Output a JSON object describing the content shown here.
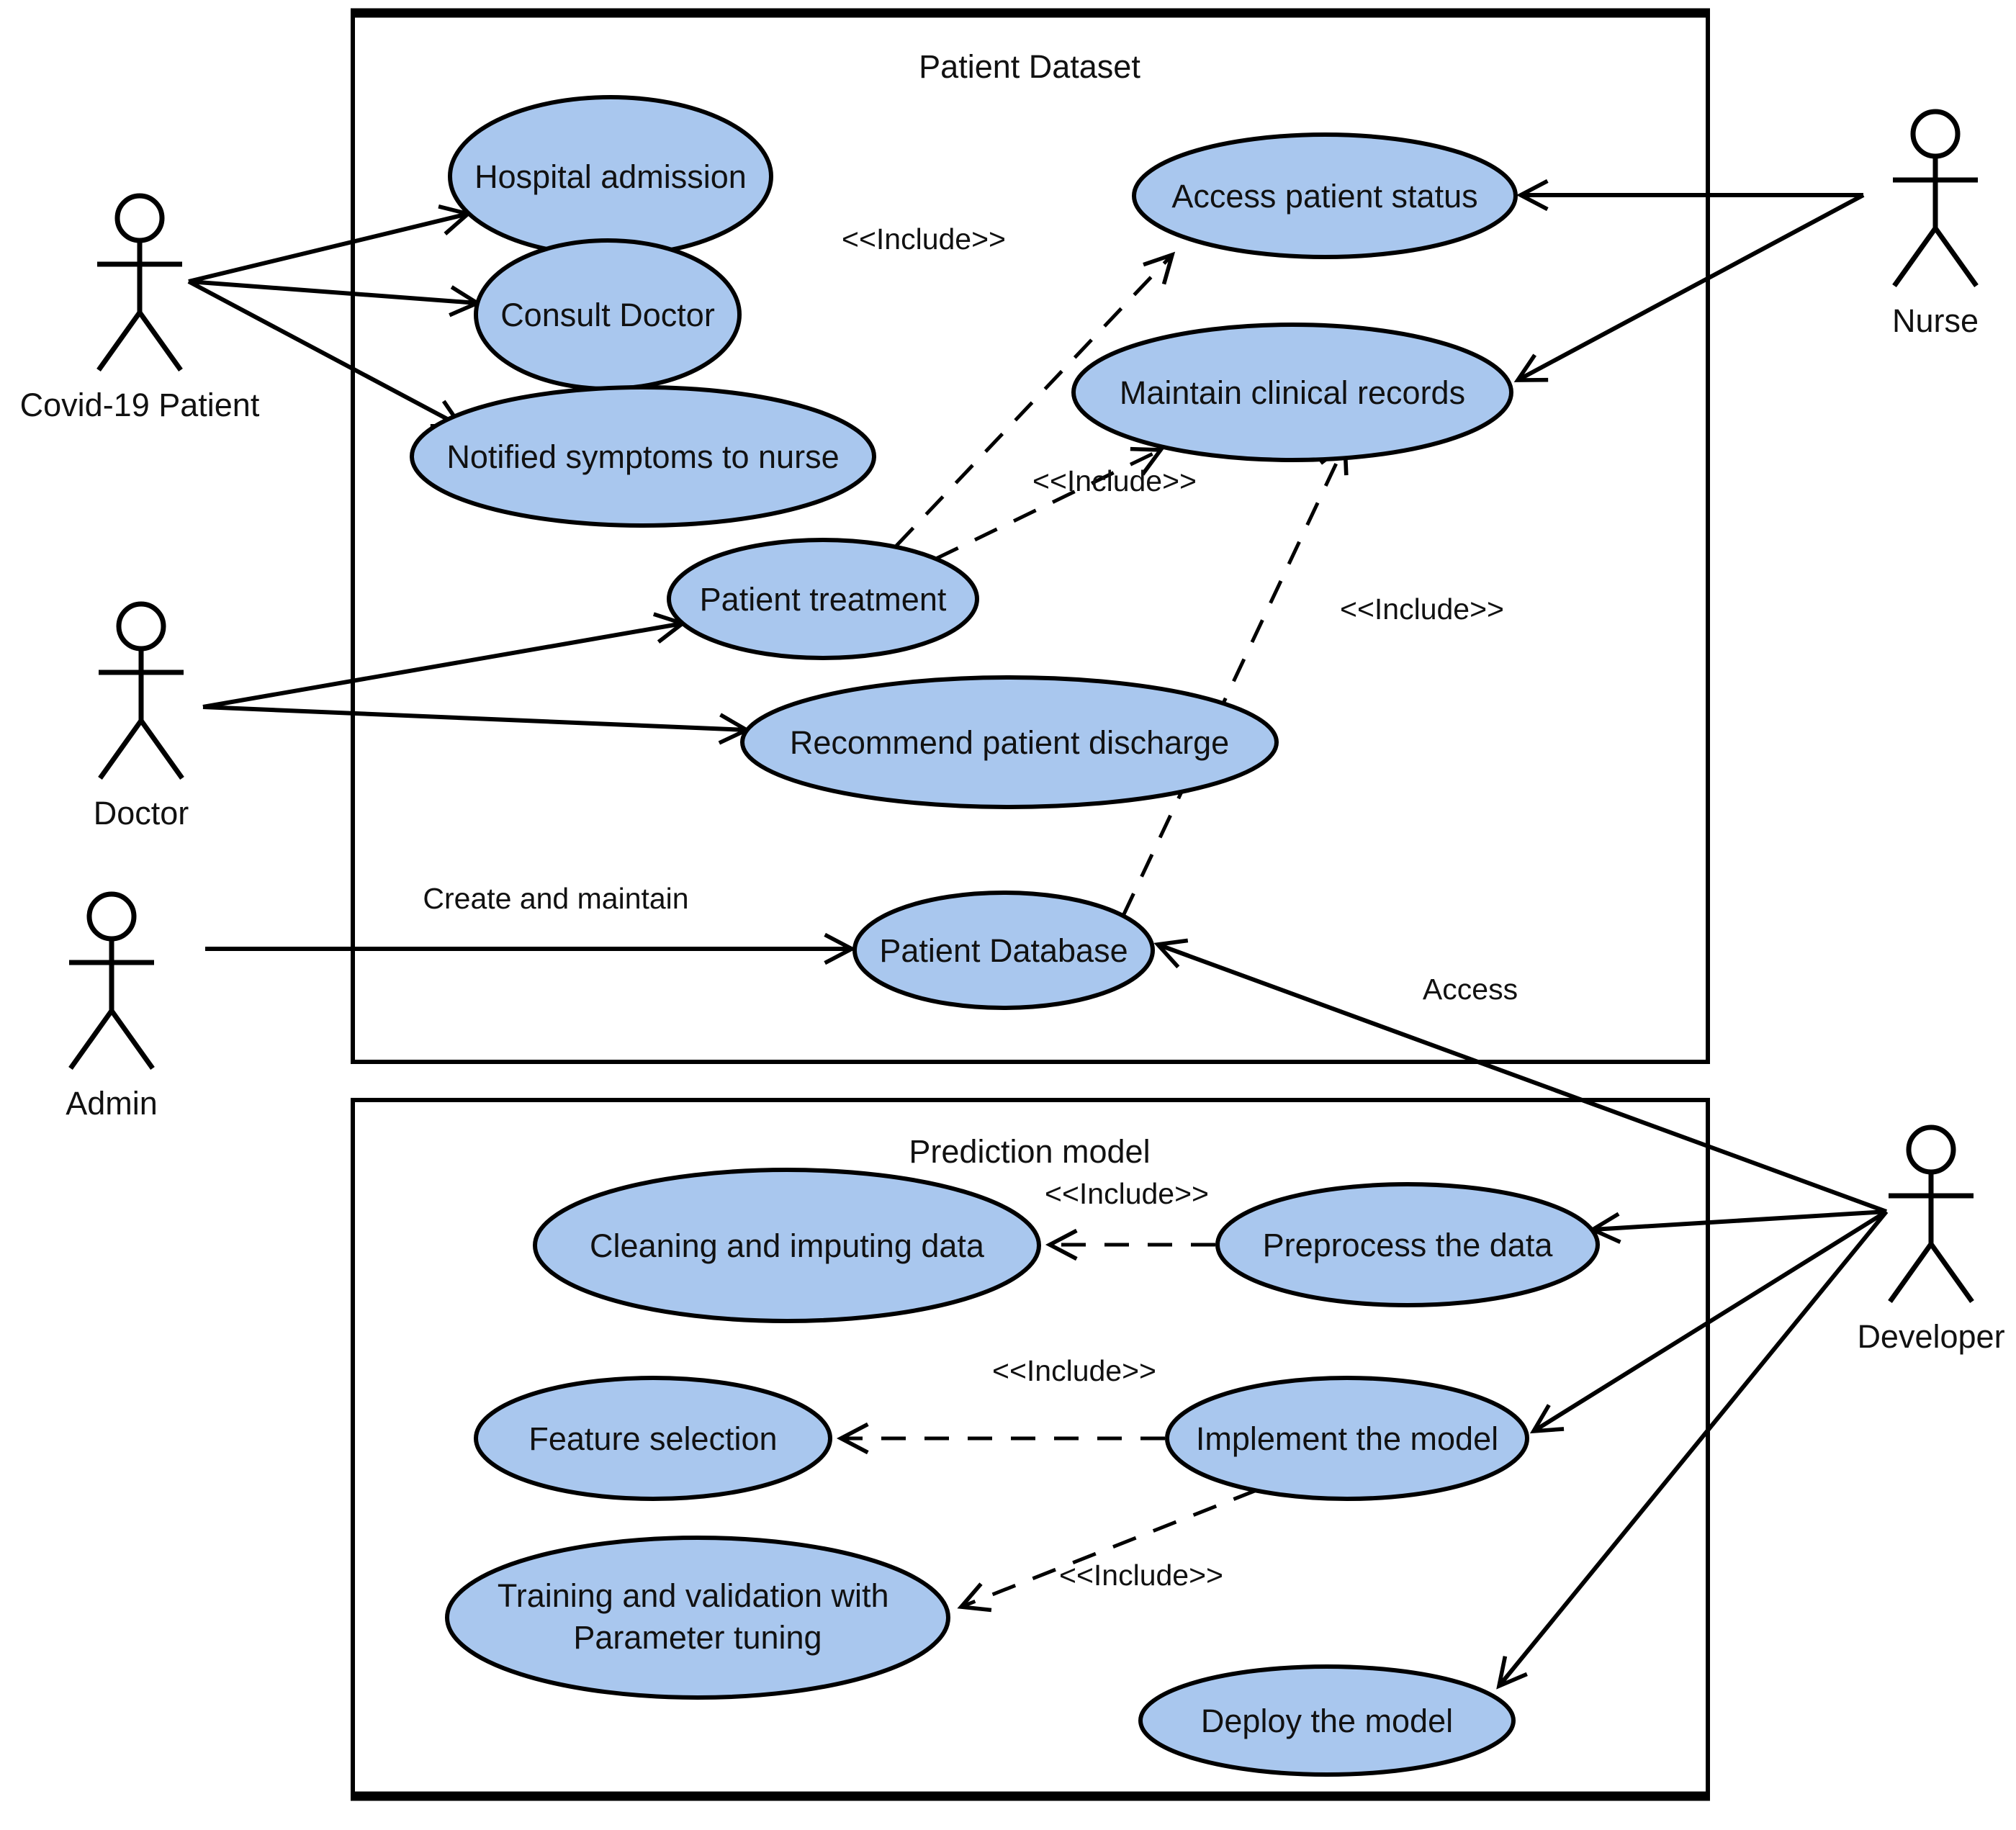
{
  "packages": [
    {
      "id": "patient-dataset",
      "label": "Patient Dataset"
    },
    {
      "id": "prediction-model",
      "label": "Prediction model"
    }
  ],
  "actors": [
    {
      "id": "covid19-patient",
      "label": "Covid-19 Patient"
    },
    {
      "id": "doctor",
      "label": "Doctor"
    },
    {
      "id": "admin",
      "label": "Admin"
    },
    {
      "id": "nurse",
      "label": "Nurse"
    },
    {
      "id": "developer",
      "label": "Developer"
    }
  ],
  "use_cases": [
    {
      "id": "hospital-admission",
      "label": "Hospital admission"
    },
    {
      "id": "consult-doctor",
      "label": "Consult Doctor"
    },
    {
      "id": "notified-symptoms-to-nurse",
      "label": "Notified symptoms to nurse"
    },
    {
      "id": "access-patient-status",
      "label": "Access patient status"
    },
    {
      "id": "maintain-clinical-records",
      "label": "Maintain clinical records"
    },
    {
      "id": "patient-treatment",
      "label": "Patient treatment"
    },
    {
      "id": "recommend-patient-discharge",
      "label": "Recommend patient discharge"
    },
    {
      "id": "patient-database",
      "label": "Patient Database"
    },
    {
      "id": "cleaning-and-imputing-data",
      "label": "Cleaning and imputing data"
    },
    {
      "id": "preprocess-the-data",
      "label": "Preprocess the data"
    },
    {
      "id": "feature-selection",
      "label": "Feature selection"
    },
    {
      "id": "implement-the-model",
      "label": "Implement the model"
    },
    {
      "id": "training-and-validation-with-parameter-tuning",
      "label": "Training and validation with Parameter tuning",
      "lines": [
        "Training and validation with",
        "Parameter tuning"
      ]
    },
    {
      "id": "deploy-the-model",
      "label": "Deploy the model"
    }
  ],
  "relationships": {
    "associations": [
      {
        "from": "covid19-patient",
        "to": "hospital-admission",
        "label": ""
      },
      {
        "from": "covid19-patient",
        "to": "consult-doctor",
        "label": ""
      },
      {
        "from": "covid19-patient",
        "to": "notified-symptoms-to-nurse",
        "label": ""
      },
      {
        "from": "doctor",
        "to": "patient-treatment",
        "label": ""
      },
      {
        "from": "doctor",
        "to": "recommend-patient-discharge",
        "label": ""
      },
      {
        "from": "admin",
        "to": "patient-database",
        "label": "Create and maintain"
      },
      {
        "from": "nurse",
        "to": "access-patient-status",
        "label": ""
      },
      {
        "from": "nurse",
        "to": "maintain-clinical-records",
        "label": ""
      },
      {
        "from": "developer",
        "to": "patient-database",
        "label": "Access"
      },
      {
        "from": "developer",
        "to": "preprocess-the-data",
        "label": ""
      },
      {
        "from": "developer",
        "to": "implement-the-model",
        "label": ""
      },
      {
        "from": "developer",
        "to": "deploy-the-model",
        "label": ""
      }
    ],
    "includes": [
      {
        "from": "patient-treatment",
        "to": "access-patient-status",
        "label": "<<Include>>"
      },
      {
        "from": "patient-treatment",
        "to": "maintain-clinical-records",
        "label": "<<Include>>"
      },
      {
        "from": "patient-database",
        "to": "maintain-clinical-records",
        "label": "<<Include>>"
      },
      {
        "from": "preprocess-the-data",
        "to": "cleaning-and-imputing-data",
        "label": "<<Include>>"
      },
      {
        "from": "implement-the-model",
        "to": "feature-selection",
        "label": "<<Include>>"
      },
      {
        "from": "implement-the-model",
        "to": "training-and-validation-with-parameter-tuning",
        "label": "<<Include>>"
      }
    ]
  },
  "colors": {
    "usecase_fill": "#A9C7EE",
    "actor_head_fill": "#74C7EC",
    "stroke": "#000000",
    "background": "#FFFFFF"
  }
}
